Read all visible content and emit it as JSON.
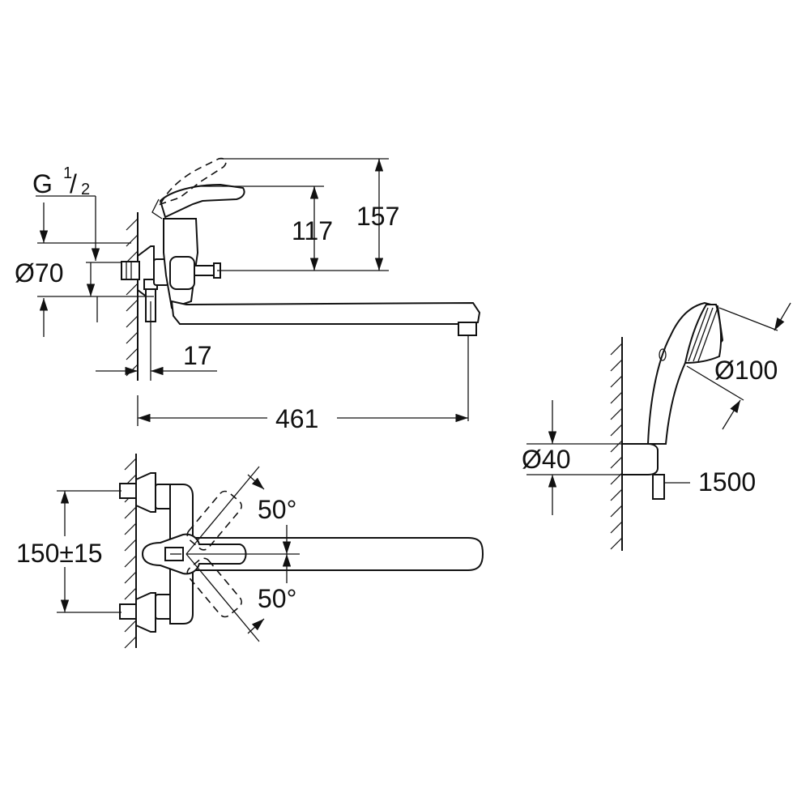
{
  "labels": {
    "thread": "G",
    "thread_num": "1",
    "thread_den": "2",
    "d70": "Ø70",
    "d117": "117",
    "d157": "157",
    "d17": "17",
    "d461": "461",
    "spacing": "150±15",
    "angle_top": "50°",
    "angle_bottom": "50°",
    "d100": "Ø100",
    "d40": "Ø40",
    "hose": "1500"
  }
}
